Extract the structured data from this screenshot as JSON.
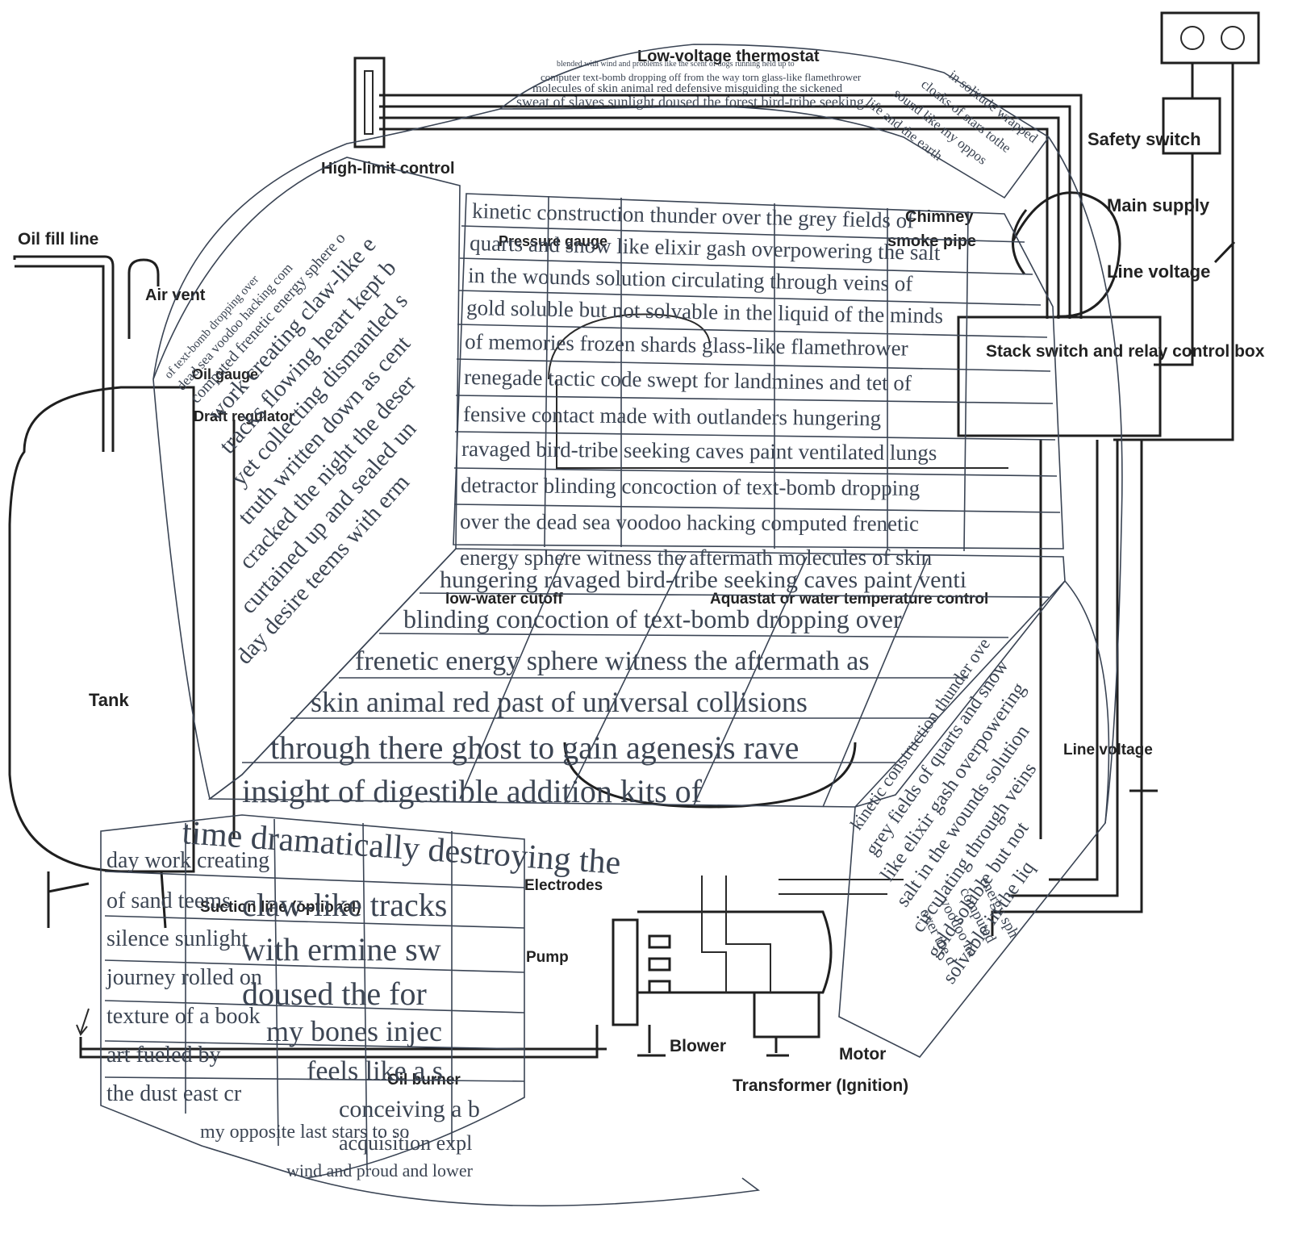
{
  "labels": {
    "thermostat": "Low-voltage thermostat",
    "hightstat": "High-limit control",
    "oil_fill": "Oil fill line",
    "air": "Air vent",
    "oil_gauge": "Oil gauge",
    "damper": "Draft regulator",
    "tank": "Tank",
    "pressure": "Pressure gauge",
    "chimney": "Chimney",
    "smoke_pipe": "smoke pipe",
    "safety": "Safety switch",
    "main_supply": "Main supply",
    "line_voltage": "Line voltage",
    "stack_switch": "Stack switch and relay control box",
    "low_water": "low-water cutoff",
    "aquastat": "Aquastat or water temperature control",
    "line_voltage2": "Line voltage",
    "electrodes": "Electrodes",
    "suction": "Suction line (optional)",
    "pump": "Pump",
    "blower": "Blower",
    "motor": "Motor",
    "transformer": "Transformer (Ignition)",
    "oil_burner": "Oil burner"
  },
  "text_overlay": {
    "top_band": [
      "blended with wind and problems like the scent of dogs running held up to",
      "computer text-bomb dropping off from the way torn glass-like flamethrower",
      "molecules of skin animal red defensive misguiding the sickened",
      "sweat of slaves sunlight doused the forest bird-tribe seeking"
    ],
    "top_right_band": [
      "in solitude wrapped",
      "cloaks of stars tothe",
      "sound like my oppos",
      "life and the earth"
    ],
    "center_grid": [
      "kinetic construction thunder over the grey fields of",
      "quarts and snow like elixir gash overpowering the salt",
      "in the wounds solution circulating through veins of",
      "gold soluble but not solvable in the liquid of the minds",
      "of memories frozen shards glass-like flamethrower",
      "renegade tactic code swept for landmines and tet of",
      "fensive contact made with outlanders hungering",
      "ravaged bird-tribe seeking caves paint ventilated lungs",
      "detractor blinding concoction of text-bomb dropping",
      "over the dead sea voodoo hacking computed frenetic",
      "energy sphere witness the aftermath molecules of skin"
    ],
    "left_band": [
      "of text-bomb dropping over",
      "dead sea voodoo hacking com",
      "computed frenetic energy sphere o",
      "work creating claw-like e",
      "tracks flowing heart kept b",
      "yet collecting dismantled s",
      "truth written down as cent",
      "cracked the night the deser",
      "curtained up and sealed un",
      "day desire teems with erm"
    ],
    "middle_band": [
      "hungering ravaged bird-tribe seeking caves paint venti",
      "blinding concoction of text-bomb dropping over",
      "frenetic energy sphere witness the aftermath as",
      "skin animal red past of universal collisions",
      "through there ghost to gain agenesis rave",
      "insight of digestible addition kits of",
      "time dramatically destroying the"
    ],
    "right_band": [
      "kinetic construction thunder ove",
      "grey fields of quarts and snow",
      "like elixir gash overpowering",
      "salt in the wounds solution",
      "circulating through veins",
      "gold soluble but not",
      "solvable in the liq",
      "over the d",
      "voodoo ha",
      "computed",
      "energy sph"
    ],
    "lower_left": [
      "day work creating",
      "claw-like tracks",
      "of sand teems",
      "with ermine sw",
      "silence sunlight",
      "doused the for",
      "journey rolled on",
      "my bones injec",
      "texture of a book",
      "feels like a s",
      "art fueled by",
      "conceiving a b",
      "the dust east cr",
      "acquisition expl",
      "my opposite last stars to so",
      "wind and proud and lower"
    ]
  }
}
